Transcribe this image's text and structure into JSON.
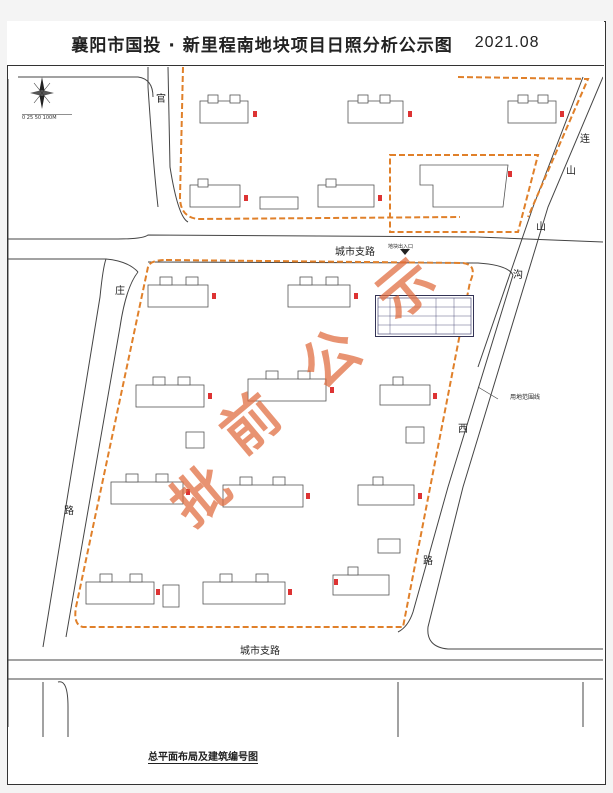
{
  "header": {
    "title": "襄阳市国投 · 新里程南地块项目日照分析公示图",
    "date": "2021.08"
  },
  "roads": {
    "road_top": "城市支路",
    "road_bottom": "城市支路",
    "road_left_1": "官",
    "road_left_2": "庄",
    "road_left_3": "路",
    "road_right_1": "连",
    "road_right_2": "山",
    "road_right_3": "山",
    "road_right_4": "沟",
    "road_right_5": "西",
    "road_right_6": "路",
    "land_boundary_label": "用地范围线",
    "gate_label": "地块出入口"
  },
  "stamp": {
    "char1": "批",
    "char2": "前",
    "char3": "公",
    "char4": "示"
  },
  "caption": "总平面布局及建筑编号图",
  "north": "N",
  "scale": "0 25 50 100M",
  "colors": {
    "boundary": "#e0802a",
    "stamp": "#e06a3c",
    "building": "#555555",
    "road": "#444444"
  }
}
